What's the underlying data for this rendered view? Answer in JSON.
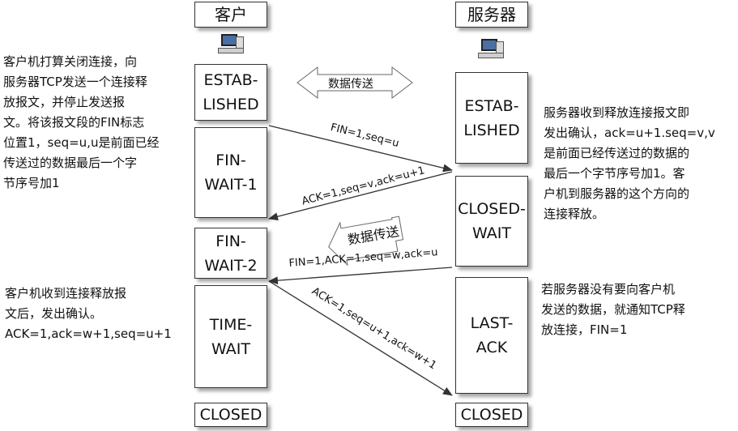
{
  "headers": {
    "client": "客户",
    "server": "服务器"
  },
  "client_states": [
    "ESTAB-\nLISHED",
    "FIN-\nWAIT-1",
    "FIN-\nWAIT-2",
    "TIME-\nWAIT",
    "CLOSED"
  ],
  "server_states": [
    "ESTAB-\nLISHED",
    "CLOSED-\nWAIT",
    "LAST-\nACK",
    "CLOSED"
  ],
  "messages": [
    "FIN=1,seq=u",
    "ACK=1,seq=v,ack=u+1",
    "FIN=1,ACK=1,seq=w,ack=u",
    "ACK=1,seq=u+1,ack=w+1"
  ],
  "transfer_labels": {
    "top": "数据传送",
    "middle": "数据传送"
  },
  "notes": {
    "client_close": "客户机打算关闭连接，向\n服务器TCP发送一个连接释\n放报文，并停止发送报\n文。将该报文段的FIN标志\n位置1，seq=u,u是前面已经\n传送过的数据最后一个字\n节序号加1",
    "server_ack": "服务器收到释放连接报文即\n发出确认，ack=u+1.seq=v,v\n是前面已经传送过的数据的\n最后一个字节序号加1。客\n户机到服务器的这个方向的\n连接释放。",
    "client_final": "客户机收到连接释放报\n文后，发出确认。\nACK=1,ack=w+1,seq=u+1",
    "server_fin": "若服务器没有要向客户机\n发送的数据，就通知TCP释\n放连接，FIN=1"
  },
  "icons": [
    "computer-icon",
    "computer-icon"
  ]
}
